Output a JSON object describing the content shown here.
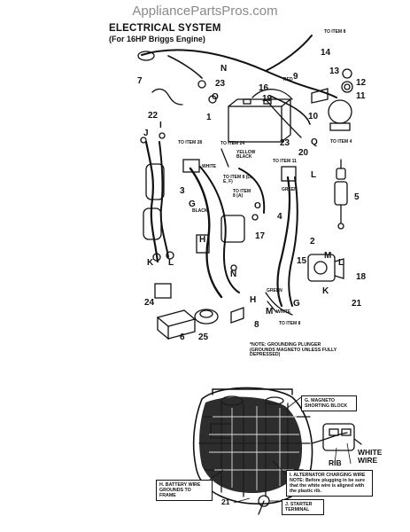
{
  "watermark": "AppliancePartsPros.com",
  "title": {
    "line1": "ELECTRICAL SYSTEM",
    "line2": "(For 16HP Briggs Engine)"
  },
  "letters": [
    "J",
    "I",
    "K",
    "L",
    "H",
    "G",
    "N",
    "O",
    "M",
    "Q"
  ],
  "numbers": [
    "1",
    "2",
    "3",
    "4",
    "5",
    "6",
    "7",
    "8",
    "9",
    "10",
    "11",
    "12",
    "13",
    "14",
    "15",
    "16",
    "17",
    "18",
    "19",
    "20",
    "21",
    "22",
    "23",
    "24",
    "25"
  ],
  "to_item": {
    "item8_top": "TO ITEM 8",
    "item4": "TO ITEM 4",
    "item28": "TO ITEM 28",
    "item24": "TO ITEM 24",
    "item11": "TO ITEM 11",
    "item8_def": "TO ITEM 8 (D, E, F)",
    "item8_a": "TO ITEM 8 (A)",
    "item8_bottom": "TO ITEM 8"
  },
  "wire_labels": {
    "yellow_black": "YELLOW BLACK",
    "green": "GREEN",
    "red": "RED",
    "black": "BLACK",
    "white": "WHITE",
    "green2": "GREEN",
    "white2": "WHITE"
  },
  "note": "*NOTE: GROUNDING PLUNGER (GROUNDS MAGNETO UNLESS FULLY DEPRESSED)",
  "callouts": {
    "g": "G. MAGNETO SHORTING BLOCK",
    "h": "H. BATTERY WIRE GROUNDS TO FRAME",
    "i": "I. ALTERNATOR CHARGING WIRE",
    "i_note": "NOTE: Before plugging in be sure that the white wire is aligned with the plastic rib.",
    "j": "J. STARTER TERMINAL",
    "white_wire": "WHITE WIRE",
    "rib": "RIB",
    "n21": "21"
  }
}
